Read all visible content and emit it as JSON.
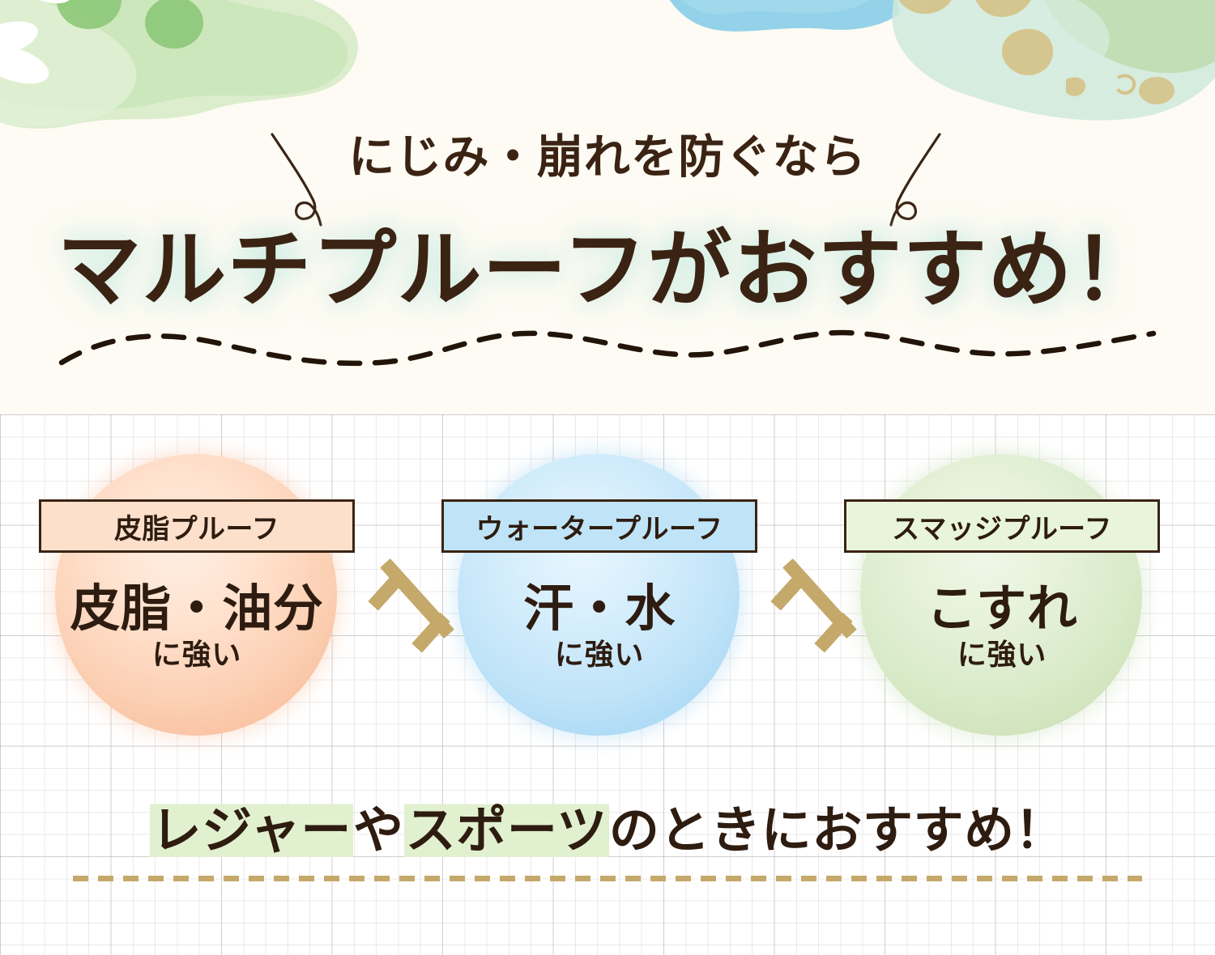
{
  "header": {
    "subtitle": "にじみ・崩れを防ぐなら",
    "headline": "マルチプルーフがおすすめ！"
  },
  "cards": [
    {
      "badge_label": "皮脂プルーフ",
      "main_text": "皮脂・油分",
      "sub_text": "に強い",
      "accent_color": "#f8bd9b",
      "badge_bg": "#fde0cb"
    },
    {
      "badge_label": "ウォータープルーフ",
      "main_text": "汗・水",
      "sub_text": "に強い",
      "accent_color": "#a5d6f4",
      "badge_bg": "#bfe4f7"
    },
    {
      "badge_label": "スマッジプルーフ",
      "main_text": "こすれ",
      "sub_text": "に強い",
      "accent_color": "#cbe0b6",
      "badge_bg": "#e9f5da"
    }
  ],
  "separators": [
    {
      "symbol": "x-multiply-icon"
    },
    {
      "symbol": "x-multiply-icon"
    }
  ],
  "footer": {
    "highlight_1": "レジャー",
    "middle": "や",
    "highlight_2": "スポーツ",
    "tail": "のときにおすすめ！"
  },
  "colors": {
    "text_dark": "#2e1c10",
    "header_bg": "#fdfbf3",
    "gold": "#c4a96b",
    "highlight_green": "#e1f0cf"
  }
}
